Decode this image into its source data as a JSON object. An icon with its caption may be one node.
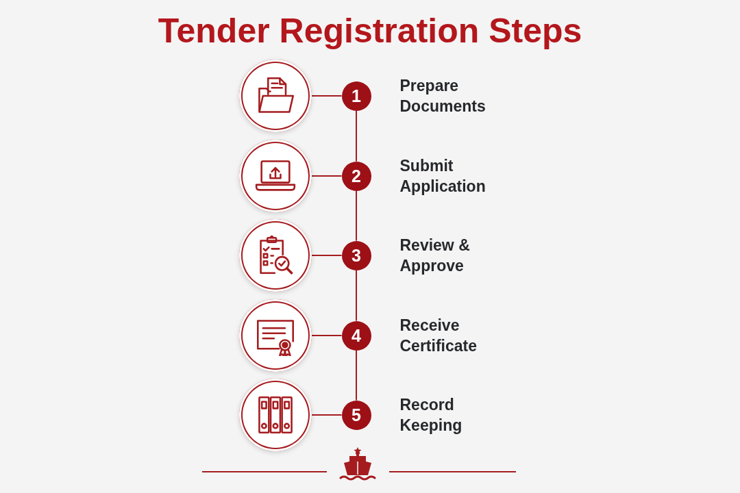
{
  "diagram": {
    "title": "Tender Registration Steps",
    "nodes": [
      {
        "text": [],
        "shape": "circle"
      },
      {
        "text": [
          "1"
        ],
        "beside": [
          "Prepare Documents"
        ]
      },
      {
        "text": [],
        "shape": "circle"
      },
      {
        "text": [
          "2"
        ],
        "beside": [
          "Submit Application"
        ]
      },
      {
        "text": [],
        "shape": "circle"
      },
      {
        "text": [
          "3"
        ],
        "beside": [
          "Review & Approve"
        ]
      },
      {
        "text": [],
        "shape": "circle"
      },
      {
        "text": [
          "4"
        ],
        "beside": [
          "Receive Certificate"
        ]
      },
      {
        "text": [],
        "shape": "circle"
      },
      {
        "text": [
          "5"
        ],
        "beside": [
          "Record Keeping"
        ]
      }
    ],
    "edges": [
      {
        "from": 0,
        "to": 1,
        "arrow": "none"
      },
      {
        "from": 1,
        "to": 3,
        "arrow": "none"
      },
      {
        "from": 2,
        "to": 3,
        "arrow": "none"
      },
      {
        "from": 3,
        "to": 5,
        "arrow": "none"
      },
      {
        "from": 4,
        "to": 5,
        "arrow": "none"
      },
      {
        "from": 5,
        "to": 7,
        "arrow": "none"
      },
      {
        "from": 6,
        "to": 7,
        "arrow": "none"
      },
      {
        "from": 7,
        "to": 9,
        "arrow": "none"
      },
      {
        "from": 8,
        "to": 9,
        "arrow": "none"
      }
    ]
  }
}
